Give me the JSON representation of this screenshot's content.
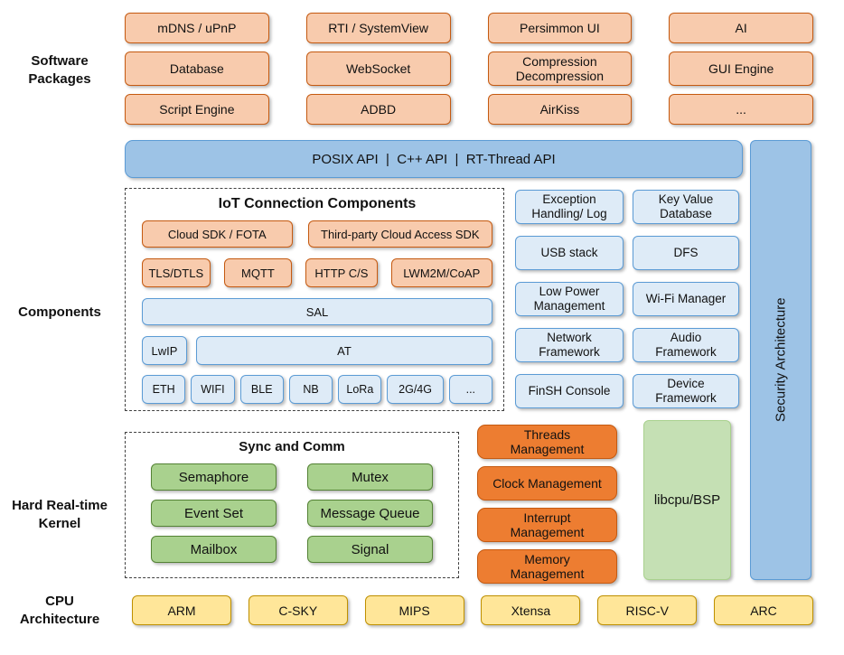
{
  "sidebar": {
    "software_packages": "Software\nPackages",
    "components": "Components",
    "kernel": "Hard Real-time\nKernel",
    "cpu": "CPU\nArchitecture"
  },
  "software_packages": [
    "mDNS / uPnP",
    "RTI / SystemView",
    "Persimmon UI",
    "AI",
    "Database",
    "WebSocket",
    "Compression Decompression",
    "GUI Engine",
    "Script Engine",
    "ADBD",
    "AirKiss",
    "..."
  ],
  "api_bar": "POSIX API  |  C++ API  |  RT-Thread API",
  "security_bar": "Security Architecture",
  "iot": {
    "title": "IoT Connection Components",
    "cloud": [
      "Cloud SDK / FOTA",
      "Third-party Cloud Access SDK"
    ],
    "protocols": [
      "TLS/DTLS",
      "MQTT",
      "HTTP C/S",
      "LWM2M/CoAP"
    ],
    "sal": "SAL",
    "lwip": "LwIP",
    "at": "AT",
    "links": [
      "ETH",
      "WIFI",
      "BLE",
      "NB",
      "LoRa",
      "2G/4G",
      "..."
    ]
  },
  "frameworks": [
    "Exception Handling/ Log",
    "Key Value Database",
    "USB stack",
    "DFS",
    "Low Power Management",
    "Wi-Fi Manager",
    "Network Framework",
    "Audio Framework",
    "FinSH Console",
    "Device Framework"
  ],
  "kernel": {
    "sync_title": "Sync and Comm",
    "sync_items": [
      "Semaphore",
      "Mutex",
      "Event Set",
      "Message Queue",
      "Mailbox",
      "Signal"
    ],
    "management": [
      "Threads Management",
      "Clock Management",
      "Interrupt Management",
      "Memory Management"
    ],
    "libcpu": "libcpu/BSP"
  },
  "cpu_architectures": [
    "ARM",
    "C-SKY",
    "MIPS",
    "Xtensa",
    "RISC-V",
    "ARC"
  ],
  "colors": {
    "package-fill": "#F8CBAD",
    "package-border": "#C55A11",
    "api-fill": "#9DC3E6",
    "blue-border": "#5B9BD5",
    "lightblue-fill": "#DEEBF7",
    "green-fill": "#A9D18E",
    "green-border": "#548235",
    "libcpu-fill": "#C5E0B4",
    "libcpu-border": "#A9D18E",
    "mgmt-fill": "#ED7D31",
    "mgmt-border": "#C55A11",
    "yellow-fill": "#FFE699",
    "yellow-border": "#BF9000",
    "dash": "#404040"
  }
}
